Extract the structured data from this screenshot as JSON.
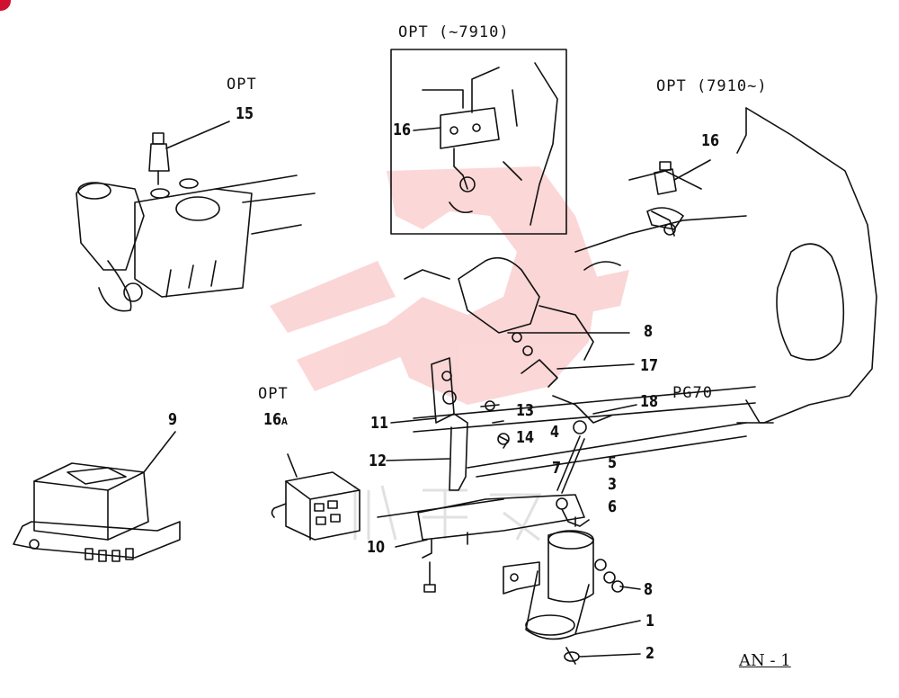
{
  "labels": {
    "opt_top_left": "OPT",
    "opt_before_7910": "OPT (~7910)",
    "opt_after_7910": "OPT (7910~)",
    "opt_relay": "OPT",
    "pg70": "PG70",
    "plate": "AN - 1"
  },
  "callouts": {
    "n1": "1",
    "n2": "2",
    "n3": "3",
    "n4": "4",
    "n5": "5",
    "n6": "6",
    "n7": "7",
    "n8a": "8",
    "n8b": "8",
    "n9": "9",
    "n10": "10",
    "n11": "11",
    "n12": "12",
    "n13": "13",
    "n14": "14",
    "n15": "15",
    "n16a": "16",
    "n16b": "16",
    "n16A_num": "16",
    "n16A_sub": "A",
    "n17": "17",
    "n18": "18"
  },
  "colors": {
    "line": "#111111",
    "watermark": "#f04a4a",
    "corner_badge": "#d01030"
  }
}
